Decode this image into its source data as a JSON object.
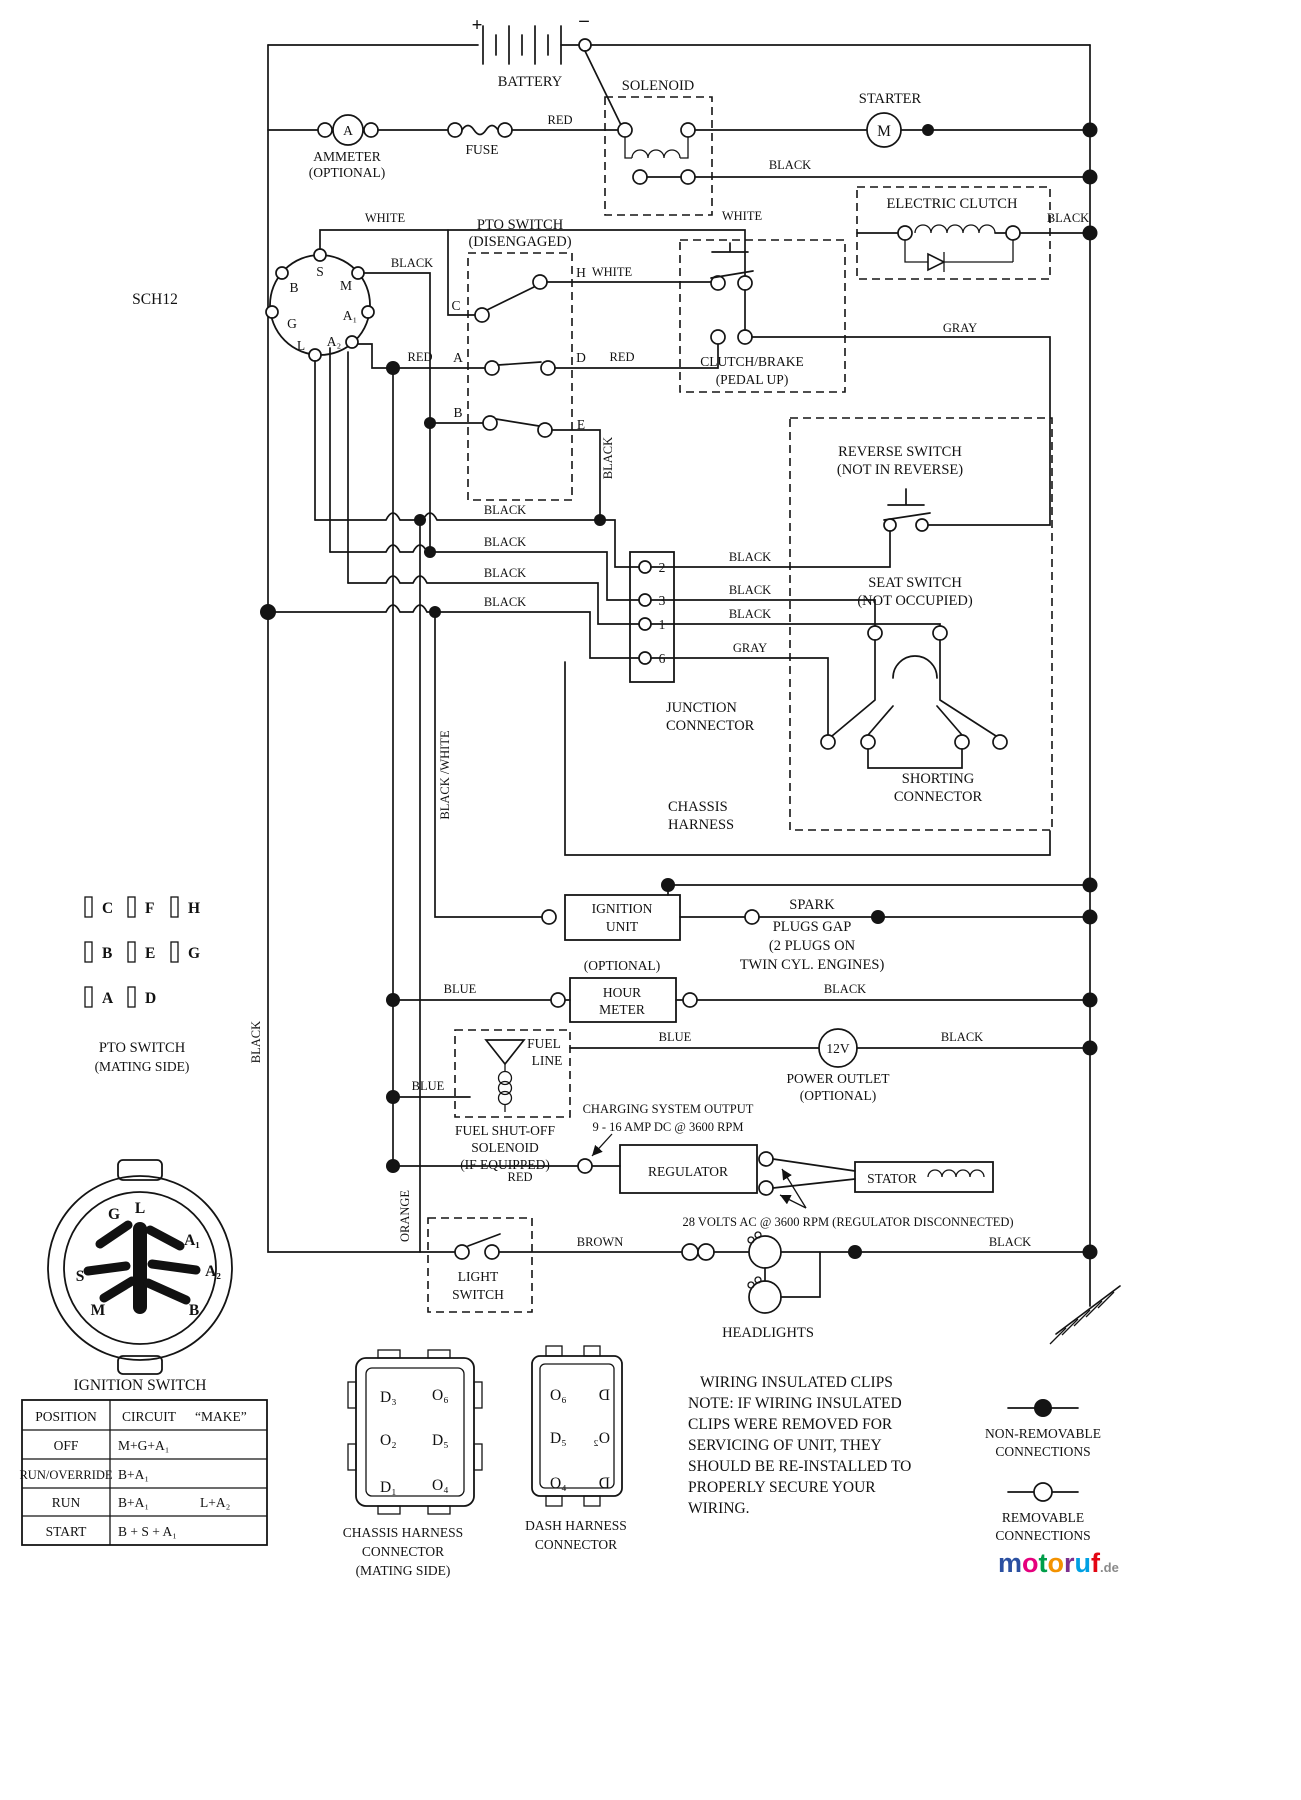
{
  "page": {
    "sch_id": "SCH12"
  },
  "wire": {
    "red": "RED",
    "black": "BLACK",
    "white": "WHITE",
    "gray": "GRAY",
    "blue": "BLUE",
    "brown": "BROWN",
    "orange": "ORANGE",
    "black_white": "BLACK /WHITE"
  },
  "battery": {
    "label": "BATTERY",
    "plus": "+",
    "minus": "–"
  },
  "ammeter": {
    "symbol": "A",
    "line1": "AMMETER",
    "line2": "(OPTIONAL)"
  },
  "fuse": {
    "label": "FUSE"
  },
  "solenoid": {
    "label": "SOLENOID"
  },
  "starter": {
    "label": "STARTER",
    "symbol": "M"
  },
  "electric_clutch": {
    "label": "ELECTRIC CLUTCH"
  },
  "ignition_sch": {
    "terminals": {
      "s": "S",
      "m": "M",
      "b": "B",
      "g": "G",
      "l": "L",
      "a1": "A₁",
      "a2": "A₂"
    }
  },
  "pto_switch": {
    "line1": "PTO SWITCH",
    "line2": "(DISENGAGED)",
    "c": "C",
    "a": "A",
    "b": "B",
    "h": "H",
    "d": "D",
    "e": "E"
  },
  "clutch_brake": {
    "line1": "CLUTCH/BRAKE",
    "line2": "(PEDAL UP)"
  },
  "reverse_switch": {
    "line1": "REVERSE SWITCH",
    "line2": "(NOT IN REVERSE)"
  },
  "seat_switch": {
    "line1": "SEAT SWITCH",
    "line2": "(NOT OCCUPIED)"
  },
  "shorting": {
    "line1": "SHORTING",
    "line2": "CONNECTOR"
  },
  "junction": {
    "line1": "JUNCTION",
    "line2": "CONNECTOR",
    "pins": [
      "2",
      "3",
      "1",
      "6"
    ]
  },
  "chassis_harness": {
    "line1": "CHASSIS",
    "line2": "HARNESS"
  },
  "ignition_unit": {
    "line1": "IGNITION",
    "line2": "UNIT"
  },
  "spark": {
    "line1": "SPARK",
    "line2": "PLUGS GAP",
    "line3": "(2 PLUGS ON",
    "line4": "TWIN CYL. ENGINES)"
  },
  "hour_meter": {
    "optional": "(OPTIONAL)",
    "line1": "HOUR",
    "line2": "METER"
  },
  "fuel_line": {
    "line1": "FUEL",
    "line2": "LINE"
  },
  "power_outlet": {
    "symbol": "12V",
    "line1": "POWER OUTLET",
    "line2": "(OPTIONAL)"
  },
  "fuel_shutoff": {
    "line1": "FUEL SHUT-OFF",
    "line2": "SOLENOID",
    "line3": "(IF EQUIPPED)"
  },
  "charging": {
    "line1": "CHARGING SYSTEM OUTPUT",
    "line2": "9 - 16 AMP DC @ 3600 RPM"
  },
  "regulator": {
    "label": "REGULATOR"
  },
  "stator": {
    "label": "STATOR"
  },
  "volts_note": "28 VOLTS AC @ 3600 RPM (REGULATOR DISCONNECTED)",
  "light_switch": {
    "line1": "LIGHT",
    "line2": "SWITCH"
  },
  "headlights": {
    "label": "HEADLIGHTS"
  },
  "pto_mating": {
    "pins": [
      "C",
      "F",
      "H",
      "B",
      "E",
      "G",
      "A",
      "D"
    ],
    "line1": "PTO SWITCH",
    "line2": "(MATING SIDE)"
  },
  "ignition_switch_fig": {
    "labels": {
      "g": "G",
      "l": "L",
      "a1": "A₁",
      "a2": "A₂",
      "s": "S",
      "m": "M",
      "b": "B"
    },
    "caption": "IGNITION SWITCH"
  },
  "table": {
    "h_position": "POSITION",
    "h_circuit": "CIRCUIT",
    "h_make": "“MAKE”",
    "rows": [
      {
        "pos": "OFF",
        "c1": "M+G+A₁",
        "c2": ""
      },
      {
        "pos": "RUN/OVERRIDE",
        "c1": "B+A₁",
        "c2": ""
      },
      {
        "pos": "RUN",
        "c1": "B+A₁",
        "c2": "L+A₂"
      },
      {
        "pos": "START",
        "c1": "B + S + A₁",
        "c2": ""
      }
    ]
  },
  "chassis_conn": {
    "pins": [
      "D₃",
      "O₆",
      "O₂",
      "D₅",
      "D₁",
      "O₄"
    ],
    "line1": "CHASSIS HARNESS",
    "line2": "CONNECTOR",
    "line3": "(MATING SIDE)"
  },
  "dash_conn": {
    "pins_left": [
      "O₆",
      "D₅",
      "O₄"
    ],
    "pins_right": [
      "D",
      "O₂",
      "D"
    ],
    "line1": "DASH HARNESS",
    "line2": "CONNECTOR"
  },
  "note": {
    "lines": [
      "WIRING INSULATED CLIPS",
      "NOTE:  IF WIRING INSULATED",
      "CLIPS WERE REMOVED FOR",
      "SERVICING OF UNIT, THEY",
      "SHOULD BE RE-INSTALLED TO",
      "PROPERLY SECURE YOUR",
      "WIRING."
    ]
  },
  "legend": {
    "nonremovable1": "NON-REMOVABLE",
    "nonremovable2": "CONNECTIONS",
    "removable1": "REMOVABLE",
    "removable2": "CONNECTIONS"
  },
  "logo": {
    "letters": [
      {
        "ch": "m",
        "color": "#2b50a1"
      },
      {
        "ch": "o",
        "color": "#e5007d"
      },
      {
        "ch": "t",
        "color": "#009e49"
      },
      {
        "ch": "o",
        "color": "#f39200"
      },
      {
        "ch": "r",
        "color": "#7d2f8e"
      },
      {
        "ch": "u",
        "color": "#00a0e3"
      },
      {
        "ch": "f",
        "color": "#e30613"
      }
    ],
    "suffix": ".de",
    "suffix_color": "#8a8a8a"
  }
}
